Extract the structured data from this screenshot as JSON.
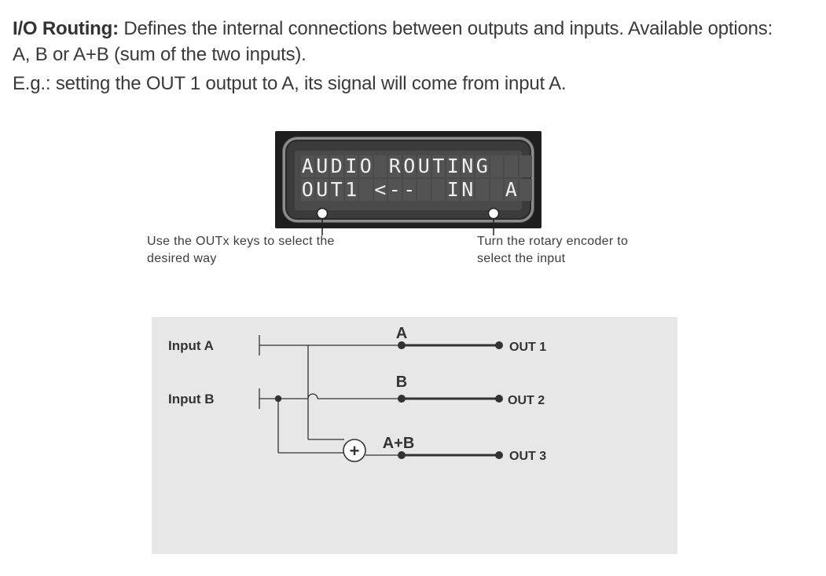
{
  "intro": {
    "heading": "I/O Routing:",
    "line1_rest": " Defines the internal connections between outputs and inputs. Available options:",
    "line2": "A, B or A+B (sum of the two inputs).",
    "example": "E.g.: setting the OUT 1 output to A, its signal will come from input A."
  },
  "lcd": {
    "row1": "AUDIO ROUTING",
    "row2": "OUT1 <--  IN  A"
  },
  "callouts": {
    "left": "Use the OUTx keys to select the desired way",
    "right": "Turn the rotary encoder to select the input"
  },
  "diagram": {
    "inputs": [
      "Input A",
      "Input B"
    ],
    "sources": [
      "A",
      "B",
      "A+B"
    ],
    "outputs": [
      "OUT 1",
      "OUT 2",
      "OUT 3"
    ],
    "sum_symbol": "+"
  }
}
